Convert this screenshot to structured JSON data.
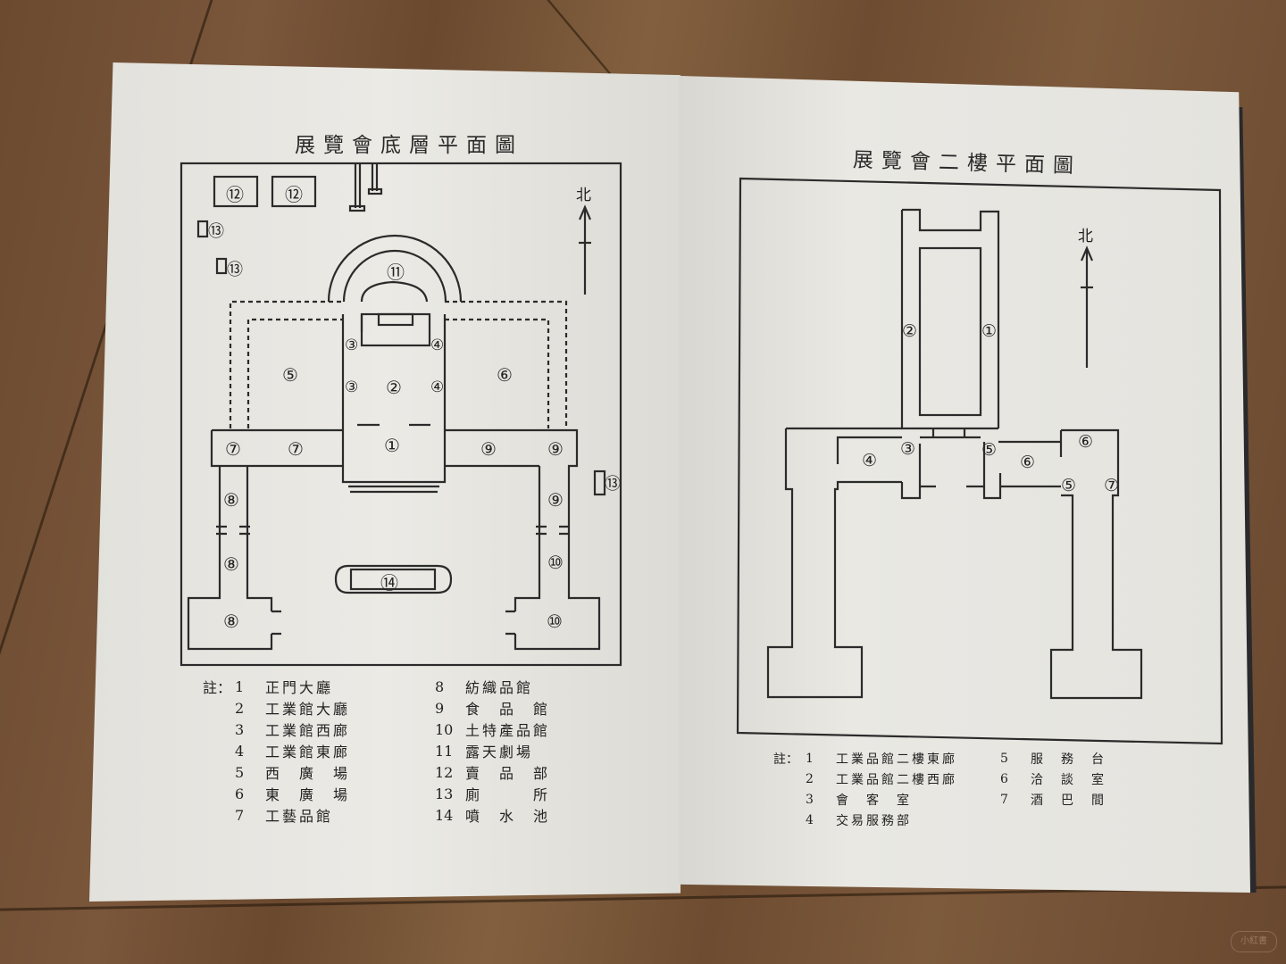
{
  "left_page": {
    "title": "展覽會底層平面圖",
    "north_label": "北",
    "room_labels": [
      "⑫",
      "⑫",
      "⑬",
      "⑬",
      "⑪",
      "③",
      "④",
      "⑤",
      "②",
      "⑥",
      "③",
      "④",
      "⑦",
      "⑦",
      "①",
      "⑨",
      "⑨",
      "⑧",
      "⑨",
      "⑧",
      "⑩",
      "⑭",
      "⑧",
      "⑩",
      "⑬"
    ],
    "legend_note": "註：",
    "legend_col1": [
      {
        "num": "1",
        "name": "正門大廳"
      },
      {
        "num": "2",
        "name": "工業館大廳"
      },
      {
        "num": "3",
        "name": "工業館西廊"
      },
      {
        "num": "4",
        "name": "工業館東廊"
      },
      {
        "num": "5",
        "name": "西　廣　場"
      },
      {
        "num": "6",
        "name": "東　廣　場"
      },
      {
        "num": "7",
        "name": "工藝品館"
      }
    ],
    "legend_col2": [
      {
        "num": "8",
        "name": "紡織品館"
      },
      {
        "num": "9",
        "name": "食　品　館"
      },
      {
        "num": "10",
        "name": "土特產品館"
      },
      {
        "num": "11",
        "name": "露天劇場"
      },
      {
        "num": "12",
        "name": "賣　品　部"
      },
      {
        "num": "13",
        "name": "廁　　　所"
      },
      {
        "num": "14",
        "name": "噴　水　池"
      }
    ]
  },
  "right_page": {
    "title": "展覽會二樓平面圖",
    "north_label": "北",
    "legend_note": "註：",
    "legend_col1": [
      {
        "num": "1",
        "name": "工業品館二樓東廊"
      },
      {
        "num": "2",
        "name": "工業品館二樓西廊"
      },
      {
        "num": "3",
        "name": "會　客　室"
      },
      {
        "num": "4",
        "name": "交易服務部"
      }
    ],
    "legend_col2": [
      {
        "num": "5",
        "name": "服　務　台"
      },
      {
        "num": "6",
        "name": "洽　談　室"
      },
      {
        "num": "7",
        "name": "酒　巴　間"
      }
    ]
  },
  "watermark": "小紅書",
  "colors": {
    "paper": "#e7e6e1",
    "ink": "#2a2a2a",
    "wood": "#74523a"
  }
}
